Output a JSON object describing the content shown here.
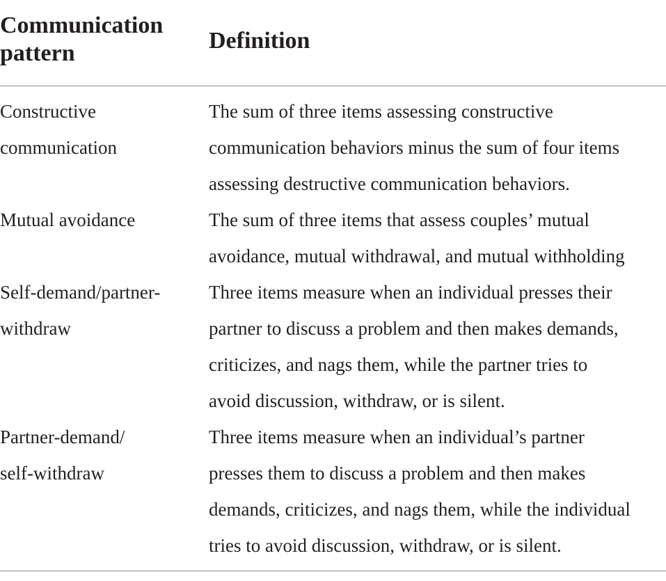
{
  "table": {
    "headers": {
      "pattern": "Communication pattern",
      "definition": "Definition"
    },
    "rows": [
      {
        "pattern_lines": [
          "Constructive",
          "communication"
        ],
        "definition_lines": [
          "The sum of three items assessing constructive",
          "communication behaviors minus the sum of four items",
          "assessing destructive communication behaviors."
        ]
      },
      {
        "pattern_lines": [
          "Mutual avoidance"
        ],
        "definition_lines": [
          "The sum of three items that assess couples’ mutual",
          "avoidance, mutual withdrawal, and mutual withholding"
        ]
      },
      {
        "pattern_lines": [
          "Self-demand/partner-",
          "withdraw"
        ],
        "definition_lines": [
          "Three items measure when an individual presses their",
          "partner to discuss a problem and then makes demands,",
          "criticizes, and nags them, while the partner tries to",
          "avoid discussion, withdraw, or is silent."
        ]
      },
      {
        "pattern_lines": [
          "Partner-demand/",
          "self-withdraw"
        ],
        "definition_lines": [
          "Three items measure when an individual’s partner",
          "presses them to discuss a problem and then makes",
          "demands, criticizes, and nags them, while the individual",
          "tries to avoid discussion, withdraw, or is silent."
        ]
      }
    ]
  }
}
